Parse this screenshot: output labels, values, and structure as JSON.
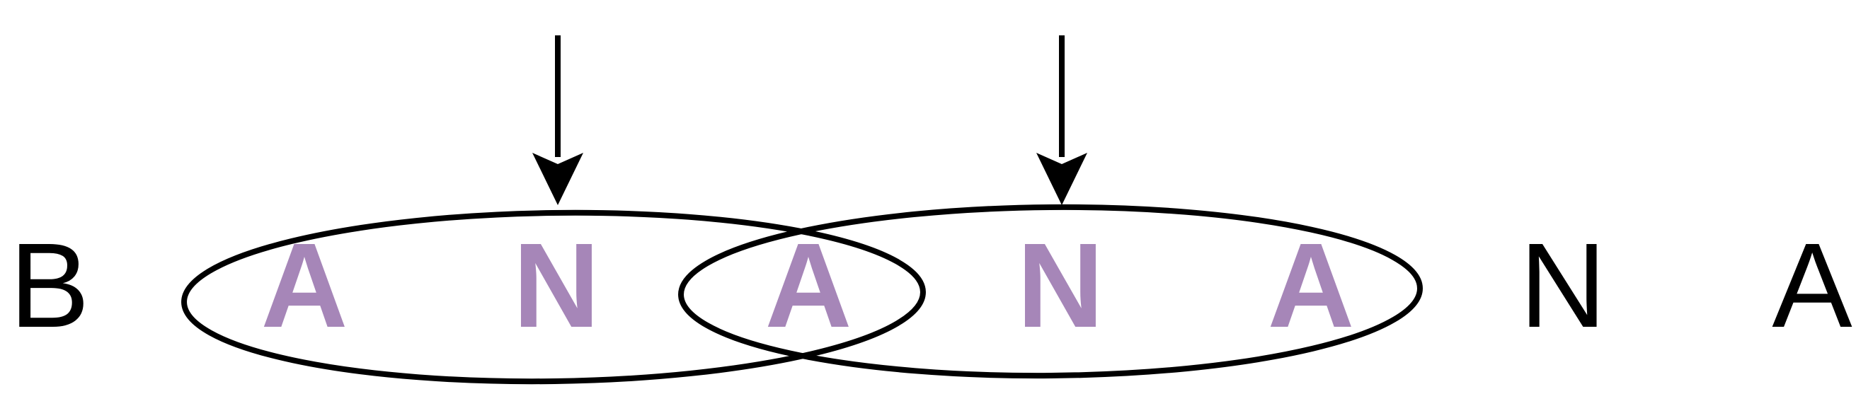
{
  "letters": [
    {
      "char": "B",
      "highlighted": false
    },
    {
      "char": "A",
      "highlighted": true
    },
    {
      "char": "N",
      "highlighted": true
    },
    {
      "char": "A",
      "highlighted": true
    },
    {
      "char": "N",
      "highlighted": true
    },
    {
      "char": "A",
      "highlighted": true
    },
    {
      "char": "N",
      "highlighted": false
    },
    {
      "char": "A",
      "highlighted": false
    }
  ],
  "colors": {
    "highlight": "#a686b8",
    "plain": "#000000",
    "stroke": "#000000"
  },
  "groups": [
    {
      "span": [
        1,
        3
      ],
      "arrow_on": 2
    },
    {
      "span": [
        3,
        5
      ],
      "arrow_on": 4
    }
  ]
}
